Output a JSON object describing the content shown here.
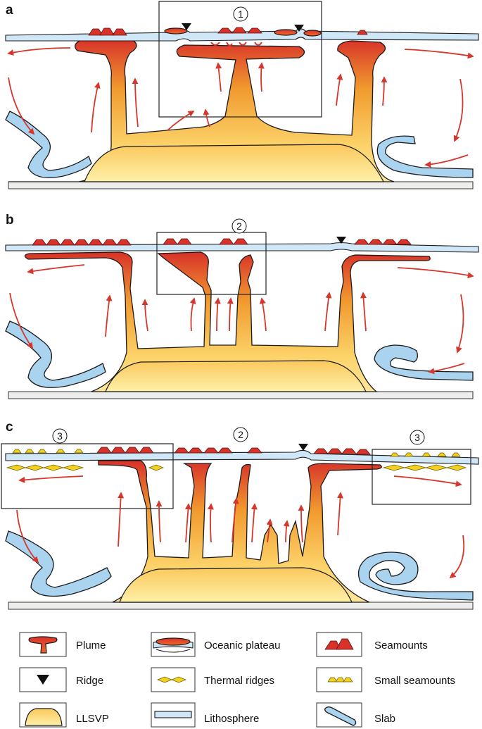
{
  "panels": [
    {
      "label": "a",
      "boxes": [
        "1"
      ]
    },
    {
      "label": "b",
      "boxes": [
        "2"
      ]
    },
    {
      "label": "c",
      "boxes": [
        "3",
        "2",
        "3"
      ]
    }
  ],
  "legend": [
    {
      "icon": "plume-icon",
      "label": "Plume"
    },
    {
      "icon": "oceanic-plateau-icon",
      "label": "Oceanic plateau"
    },
    {
      "icon": "seamounts-icon",
      "label": "Seamounts"
    },
    {
      "icon": "ridge-icon",
      "label": "Ridge"
    },
    {
      "icon": "thermal-ridges-icon",
      "label": "Thermal ridges"
    },
    {
      "icon": "small-seamounts-icon",
      "label": "Small seamounts"
    },
    {
      "icon": "llsvp-icon",
      "label": "LLSVP"
    },
    {
      "icon": "lithosphere-icon",
      "label": "Lithosphere"
    },
    {
      "icon": "slab-icon",
      "label": "Slab"
    }
  ],
  "colors": {
    "plume_red": "#d8322a",
    "plume_orange": "#f19a2e",
    "llsvp_yellow": "#fde69a",
    "slab_blue": "#a9d3ee",
    "lithosphere_blue": "#cfe7f6",
    "arrow_red": "#d6362b",
    "thermal_yellow": "#f2d21e"
  }
}
